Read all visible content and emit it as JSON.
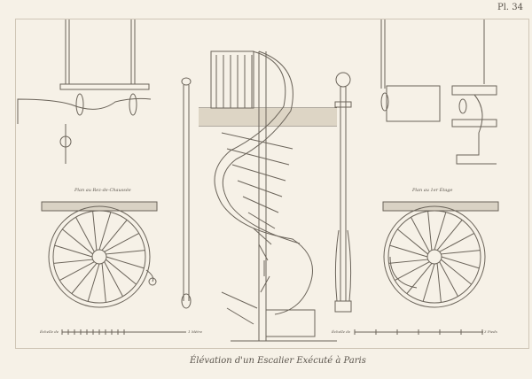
{
  "plate_number": "Pl. 34",
  "title": "Élévation d'un Escalier Exécuté à Paris",
  "plan_ground_label": "Plan au Rez-de-Chaussée",
  "plan_first_label": "Plan au 1er Étage",
  "scale_left": {
    "label": "Échelle de",
    "end": "1 Mètre"
  },
  "scale_right": {
    "label": "Échelle de",
    "end": "3 Pieds"
  },
  "colors": {
    "paper": "#f6f1e7",
    "ink": "#6b645a"
  }
}
